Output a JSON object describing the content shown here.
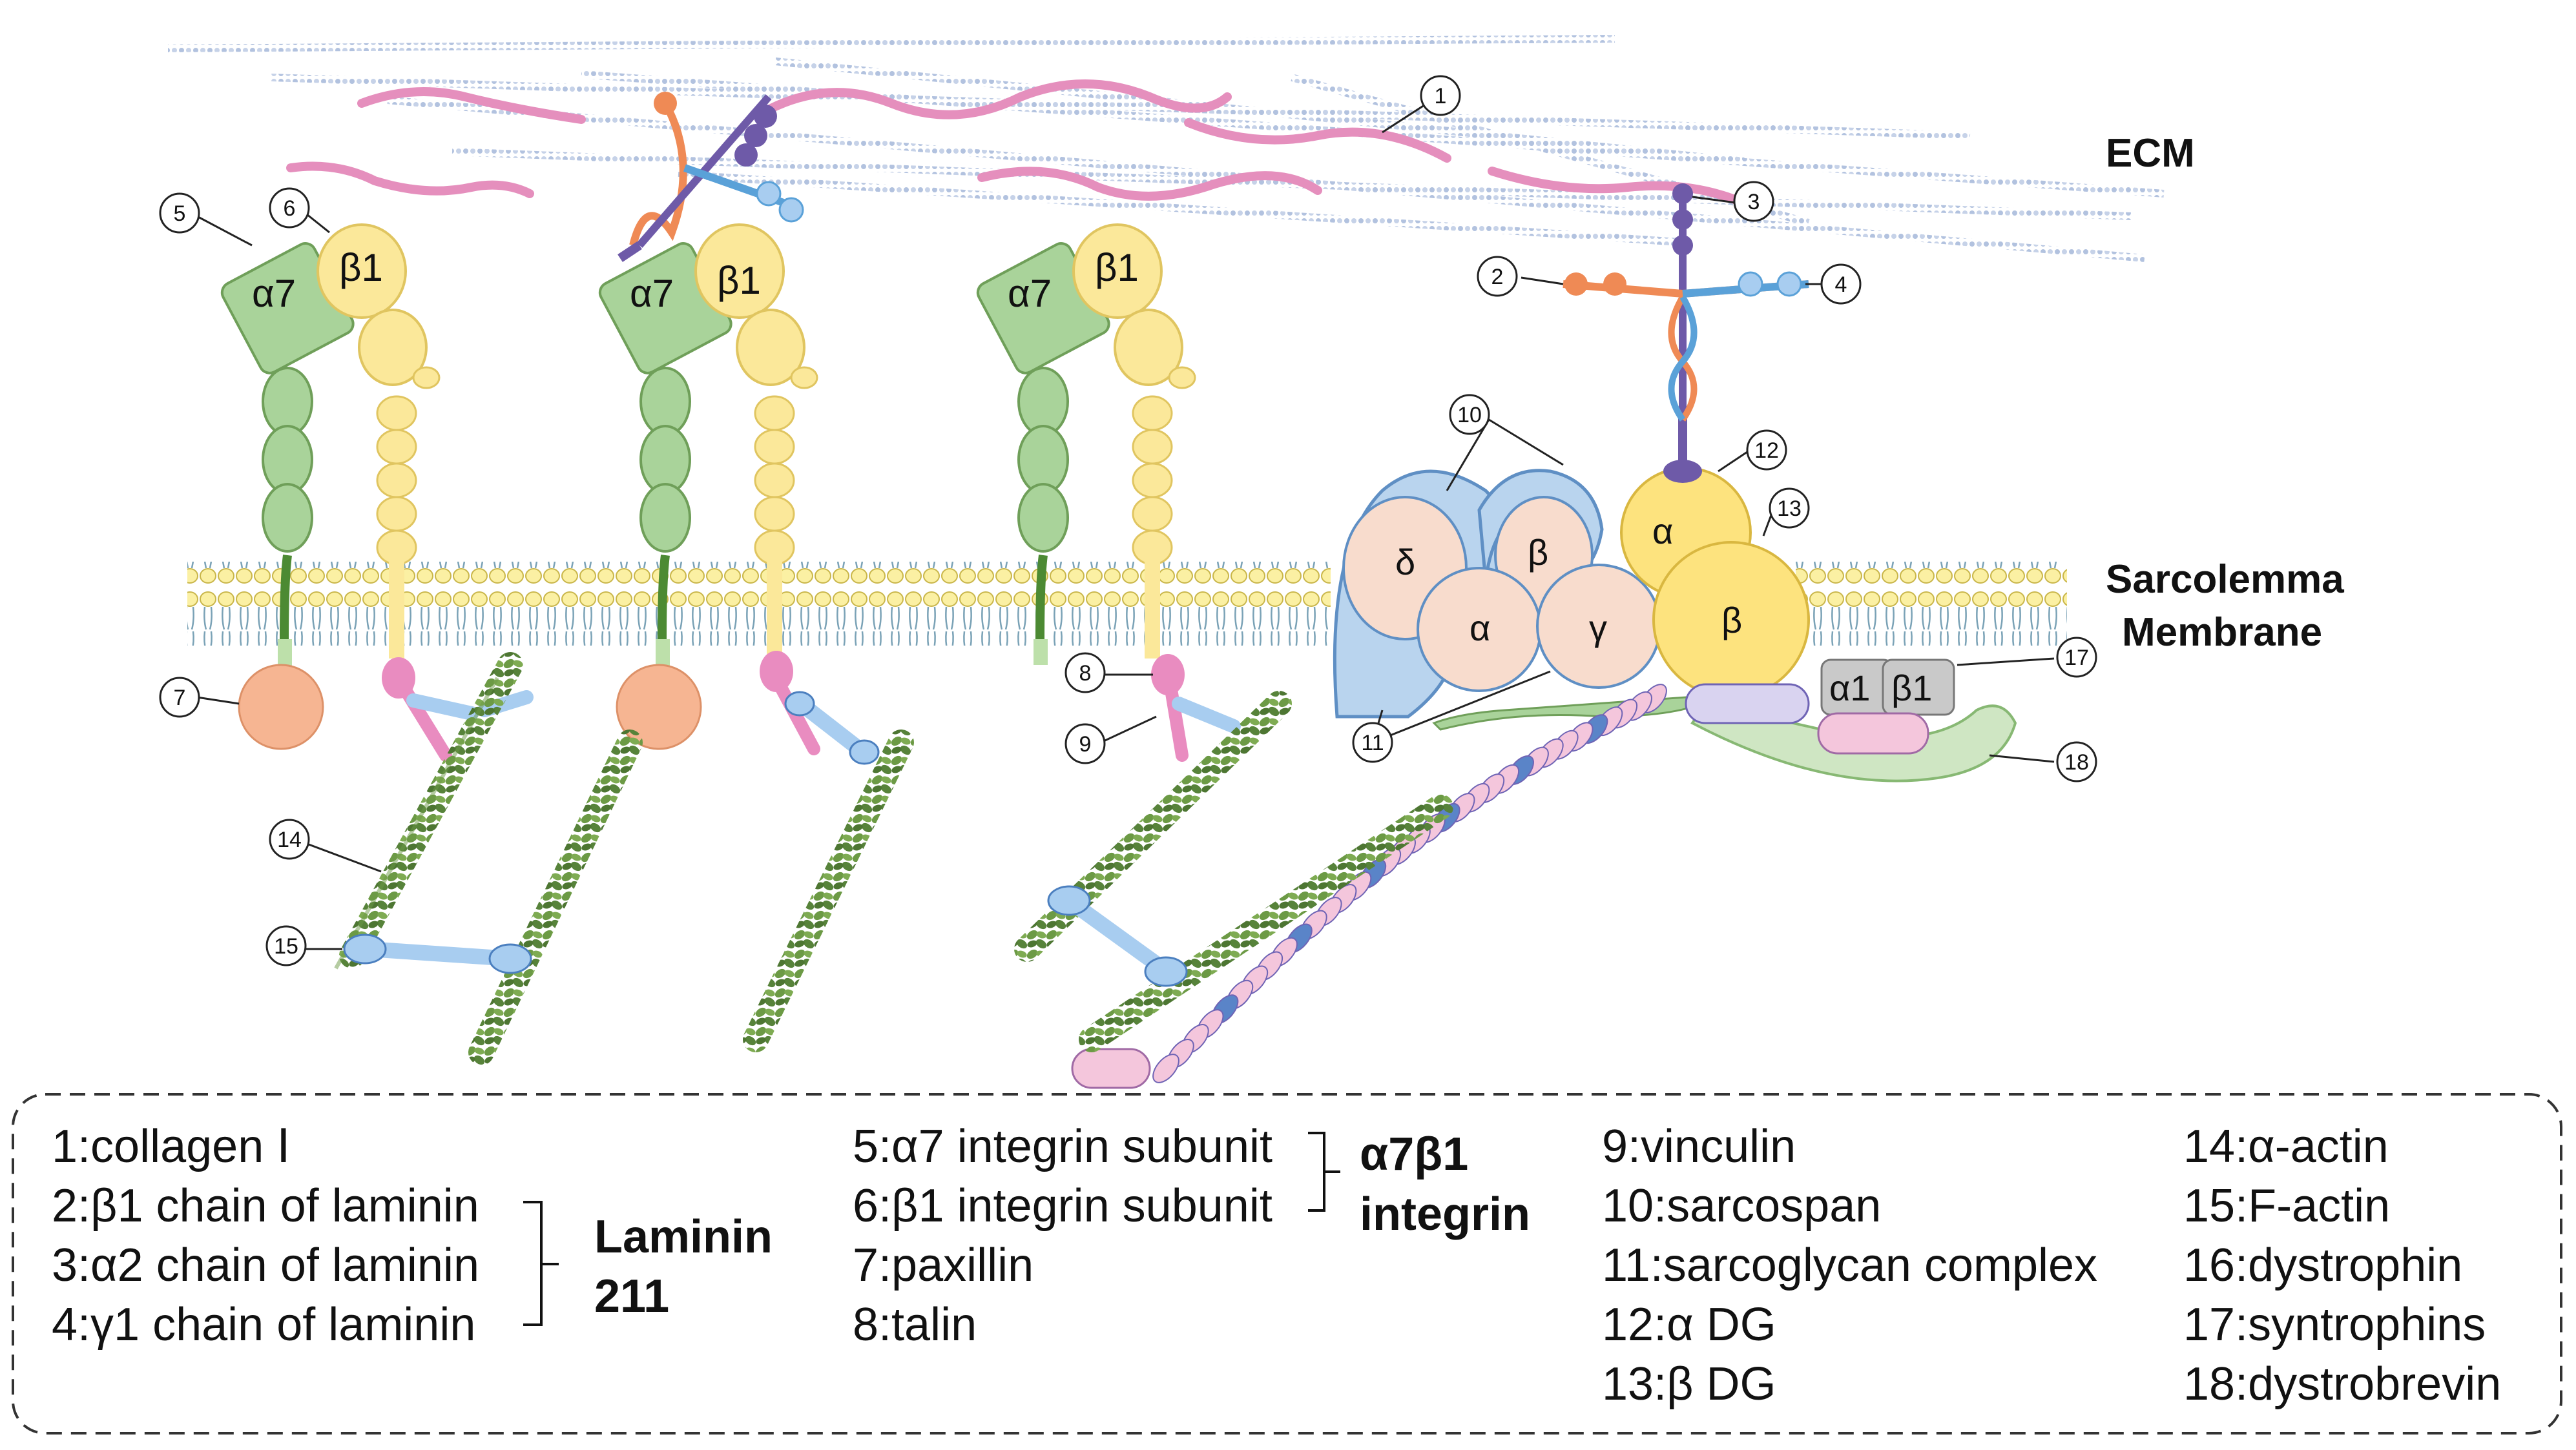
{
  "regions": {
    "ecm": "ECM",
    "sarcolemma": "Sarcolemma",
    "membrane": "Membrane"
  },
  "subunit_labels": {
    "alpha7": "α7",
    "beta1": "β1",
    "delta": "δ",
    "alpha": "α",
    "beta": "β",
    "gamma": "γ",
    "alpha_dg": "α",
    "beta_dg": "β",
    "syn_alpha1": "α1",
    "syn_beta1": "β1"
  },
  "callouts": [
    "1",
    "2",
    "3",
    "4",
    "5",
    "6",
    "7",
    "8",
    "9",
    "10",
    "11",
    "12",
    "13",
    "14",
    "15",
    "17",
    "18"
  ],
  "legend": {
    "col1": [
      "1:collagen Ⅰ",
      "2:β1 chain of laminin",
      "3:α2 chain of laminin",
      "4:γ1 chain of laminin"
    ],
    "col1_group": [
      "Laminin",
      "211"
    ],
    "col2": [
      "5:α7 integrin subunit",
      "6:β1 integrin subunit",
      "7:paxillin",
      "8:talin"
    ],
    "col2_group": [
      "α7β1",
      "integrin"
    ],
    "col3": [
      "9:vinculin",
      "10:sarcospan",
      "11:sarcoglycan complex",
      "12:α DG",
      "13:β DG"
    ],
    "col4": [
      "14:α-actin",
      "15:F-actin",
      "16:dystrophin",
      "17:syntrophins",
      "18:dystrobrevin"
    ]
  },
  "colors": {
    "integrin_alpha7": "#a9d39a",
    "integrin_beta1": "#fbe89a",
    "paxillin": "#f6b592",
    "talin": "#e98cc0",
    "vinculin": "#a8cdf0",
    "sarcospan": "#b9d4ee",
    "sarcoglycan": "#f8dccd",
    "dg": "#fde37e",
    "collagen": "#e58fbd",
    "laminin_beta1": "#ef8a55",
    "laminin_alpha2": "#6e5aa8",
    "laminin_gamma1": "#5aa1d8",
    "actin": "#5d8a3a",
    "dystrophin": "#f4c6dc",
    "syntrophin": "#c9c9c9",
    "dystrobrevin": "#cfe6c3"
  }
}
